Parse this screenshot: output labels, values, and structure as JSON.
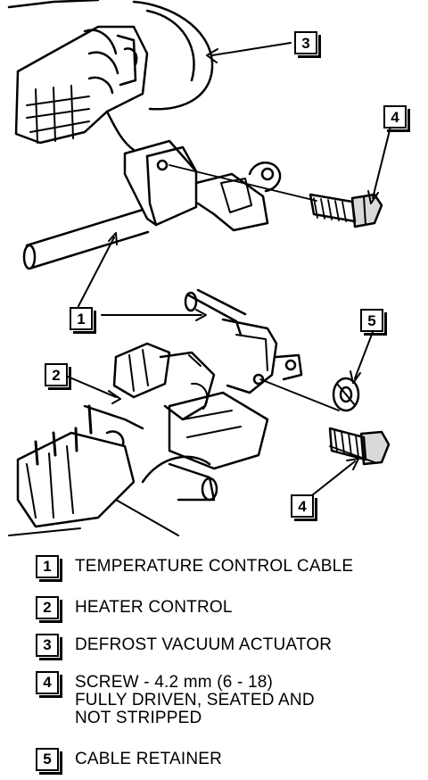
{
  "callouts": {
    "c1": "1",
    "c2": "2",
    "c3": "3",
    "c4a": "4",
    "c4b": "4",
    "c5": "5"
  },
  "legend": [
    {
      "key": "1",
      "text": "TEMPERATURE CONTROL CABLE"
    },
    {
      "key": "2",
      "text": "HEATER CONTROL"
    },
    {
      "key": "3",
      "text": "DEFROST VACUUM ACTUATOR"
    },
    {
      "key": "4",
      "text": "SCREW - 4.2 mm (6 - 18)\nFULLY DRIVEN, SEATED AND\nNOT STRIPPED"
    },
    {
      "key": "5",
      "text": "CABLE RETAINER"
    }
  ]
}
